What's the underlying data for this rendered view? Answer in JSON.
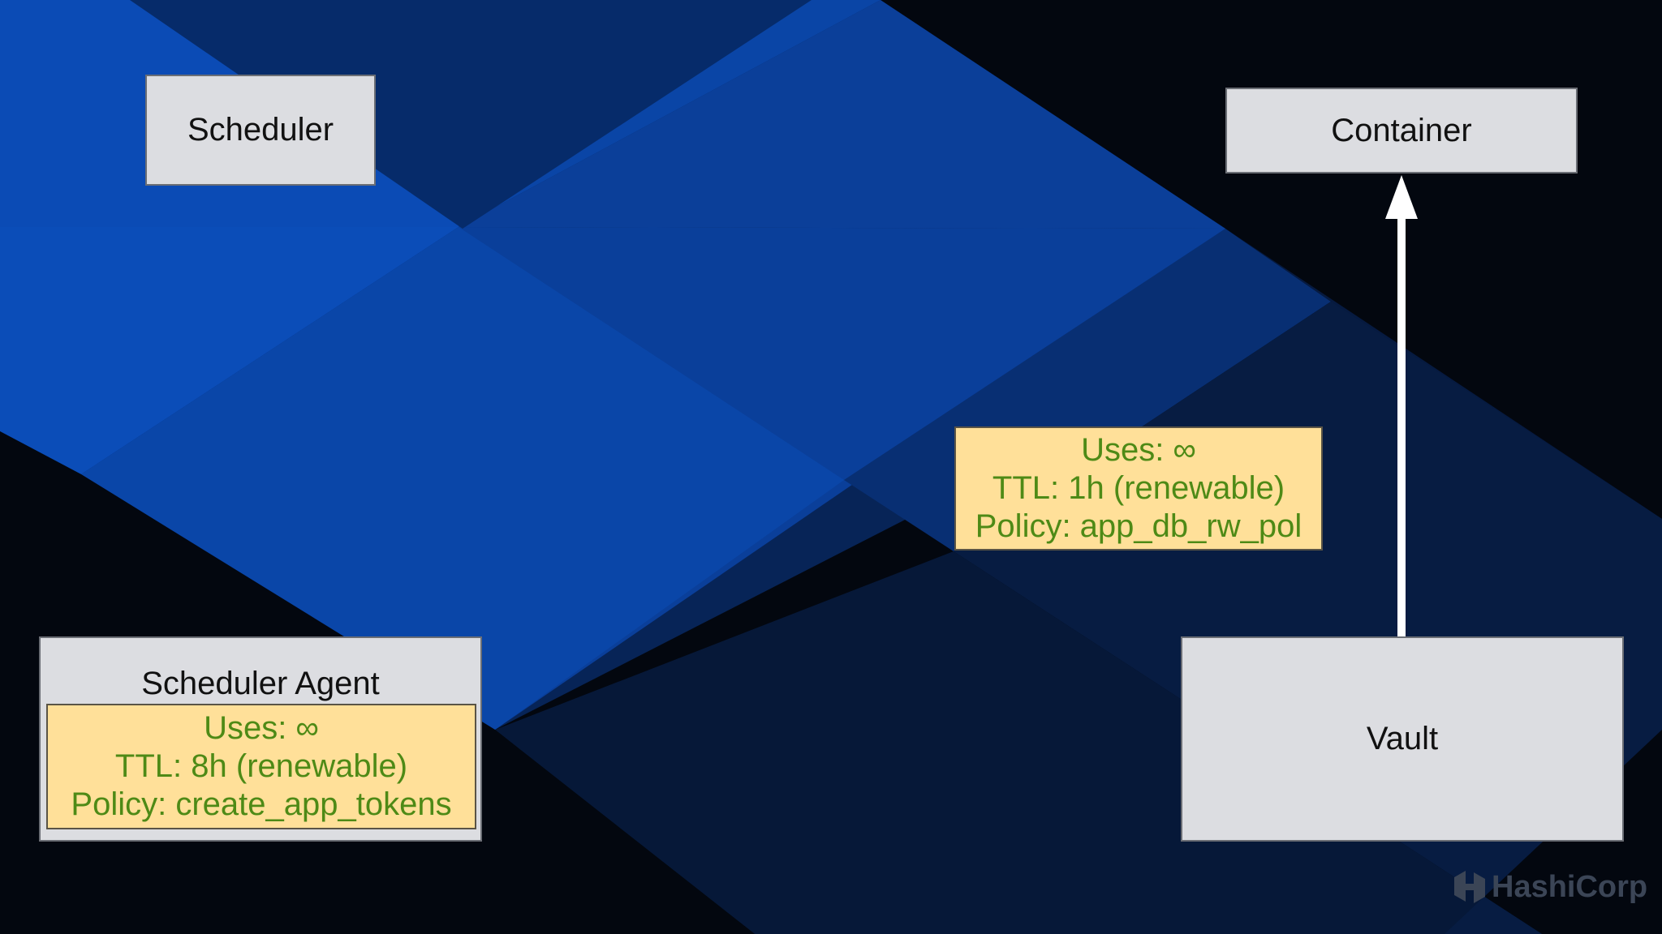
{
  "nodes": {
    "scheduler": "Scheduler",
    "container": "Container",
    "scheduler_agent": "Scheduler Agent",
    "vault": "Vault"
  },
  "scheduler_agent_token": {
    "uses": "Uses: ∞",
    "ttl": "TTL: 8h (renewable)",
    "policy": "Policy: create_app_tokens"
  },
  "container_token": {
    "uses": "Uses: ∞",
    "ttl": "TTL: 1h (renewable)",
    "policy": "Policy: app_db_rw_pol"
  },
  "edges": [
    {
      "from": "Vault",
      "to": "Container",
      "style": "white arrow"
    }
  ],
  "brand": {
    "logo_icon": "hashicorp-logo-icon",
    "name": "HashiCorp"
  },
  "colors": {
    "background_dark": "#03070f",
    "background_blue": "#0a4cb0",
    "box_fill": "#dcdde1",
    "note_fill": "#ffe099",
    "note_text": "#4e8a16"
  }
}
